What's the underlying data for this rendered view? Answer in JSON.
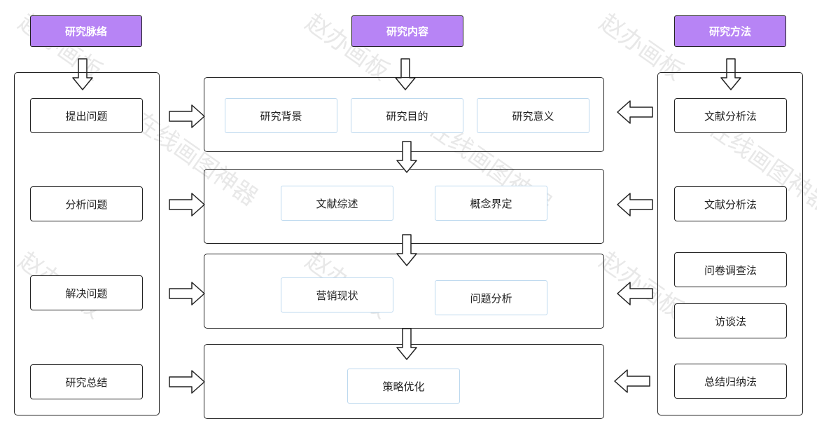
{
  "columns": {
    "left": {
      "header": "研究脉络",
      "items": [
        "提出问题",
        "分析问题",
        "解决问题",
        "研究总结"
      ]
    },
    "middle": {
      "header": "研究内容",
      "sections": [
        [
          "研究背景",
          "研究目的",
          "研究意义"
        ],
        [
          "文献综述",
          "概念界定"
        ],
        [
          "营销现状",
          "问题分析"
        ],
        [
          "策略优化"
        ]
      ]
    },
    "right": {
      "header": "研究方法",
      "items": [
        "文献分析法",
        "文献分析法",
        "问卷调查法",
        "访谈法",
        "总结归纳法"
      ]
    }
  },
  "watermark": [
    "赵办画板",
    "在线画图神器"
  ],
  "colors": {
    "header_fill": "#b784f5",
    "inner_border": "#bcd8ee",
    "line": "#222222"
  }
}
